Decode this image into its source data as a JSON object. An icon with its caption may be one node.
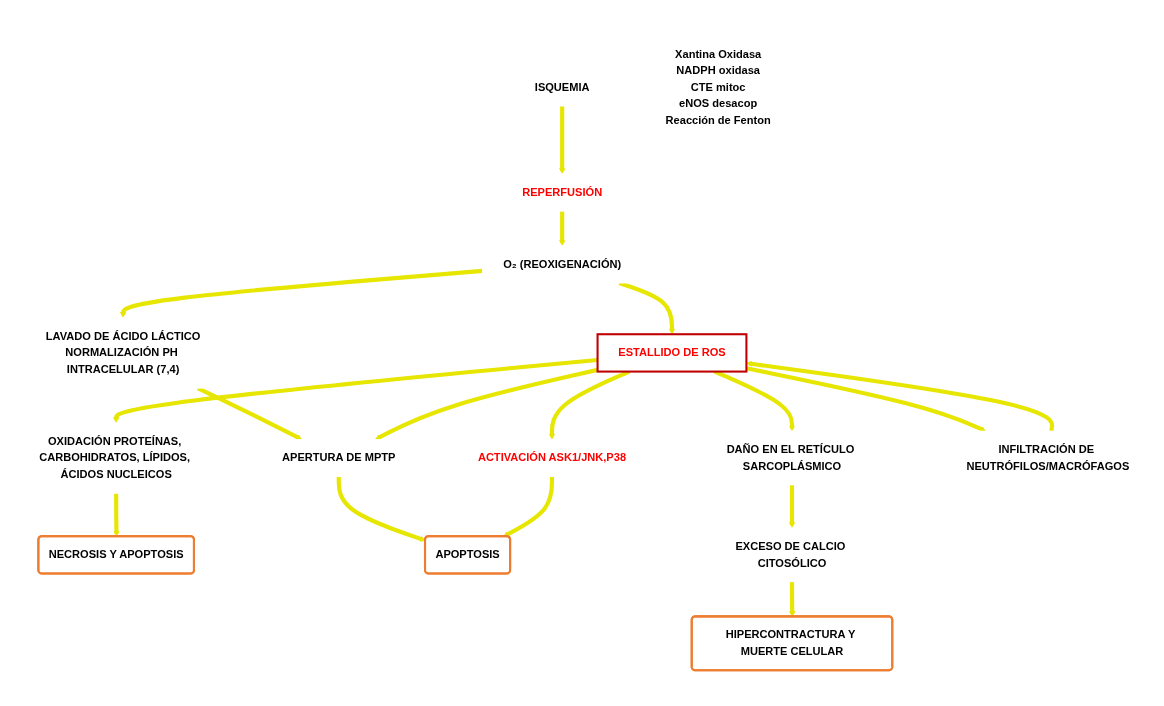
{
  "diagram": {
    "nodes": [
      {
        "text": [
          "ISQUEMIA"
        ]
      },
      {
        "text": [
          "REPERFUSIÓN"
        ]
      },
      {
        "text": [
          "O₂ (REOXIGENACIÓN)"
        ]
      },
      {
        "text": [
          "LAVADO DE ÁCIDO LÁCTICO",
          "NORMALIZACIÓN PH INTRACELULAR (7,4)"
        ]
      },
      {
        "text": [
          "Xantina Oxidasa",
          "NADPH oxidasa",
          "CTE mitoc",
          "eNOS desacop",
          "Reacción de Fenton"
        ]
      },
      {
        "text": [
          "ESTALLIDO DE ROS"
        ]
      },
      {
        "text": [
          "APERTURA DE MPTP"
        ]
      },
      {
        "text": [
          "OXIDACIÓN PROTEÍNAS, CARBOHIDRATOS, LÍPIDOS, ÁCIDOS NUCLEICOS"
        ]
      },
      {
        "text": [
          "ACTIVACIÓN ASK1/JNK,P38"
        ]
      },
      {
        "text": [
          "DAÑO EN EL RETÍCULO SARCOPLÁSMICO"
        ]
      },
      {
        "text": [
          "NECROSIS Y APOPTOSIS"
        ]
      },
      {
        "text": [
          "INFILTRACIÓN DE NEUTRÓFILOS/MACRÓFAGOS"
        ]
      },
      {
        "text": [
          "APOPTOSIS"
        ]
      },
      {
        "text": [
          "EXCESO DE CALCIO CITOSÓLICO"
        ]
      },
      {
        "text": [
          "HIPERCONTRACTURA Y MUERTE CELULAR"
        ]
      }
    ],
    "edges": [
      {
        "from": 0,
        "to": 1,
        "arrow": "to"
      },
      {
        "from": 1,
        "to": 2,
        "arrow": "to"
      },
      {
        "from": 2,
        "to": 3,
        "arrow": "to"
      },
      {
        "from": 2,
        "to": 5,
        "arrow": "to"
      },
      {
        "from": 3,
        "to": 6,
        "arrow": "to"
      },
      {
        "from": 5,
        "to": 6,
        "arrow": "to"
      },
      {
        "from": 5,
        "to": 7,
        "arrow": "to"
      },
      {
        "from": 5,
        "to": 8,
        "arrow": "to"
      },
      {
        "from": 5,
        "to": 9,
        "arrow": "to"
      },
      {
        "from": 5,
        "to": 11,
        "arrow": "to"
      },
      {
        "from": 11,
        "to": 5,
        "arrow": "to"
      },
      {
        "from": 6,
        "to": 12,
        "arrow": "to"
      },
      {
        "from": 8,
        "to": 12,
        "arrow": "to"
      },
      {
        "from": 7,
        "to": 10,
        "arrow": "to"
      },
      {
        "from": 9,
        "to": 13,
        "arrow": "to"
      },
      {
        "from": 13,
        "to": 14,
        "arrow": "to"
      }
    ]
  }
}
